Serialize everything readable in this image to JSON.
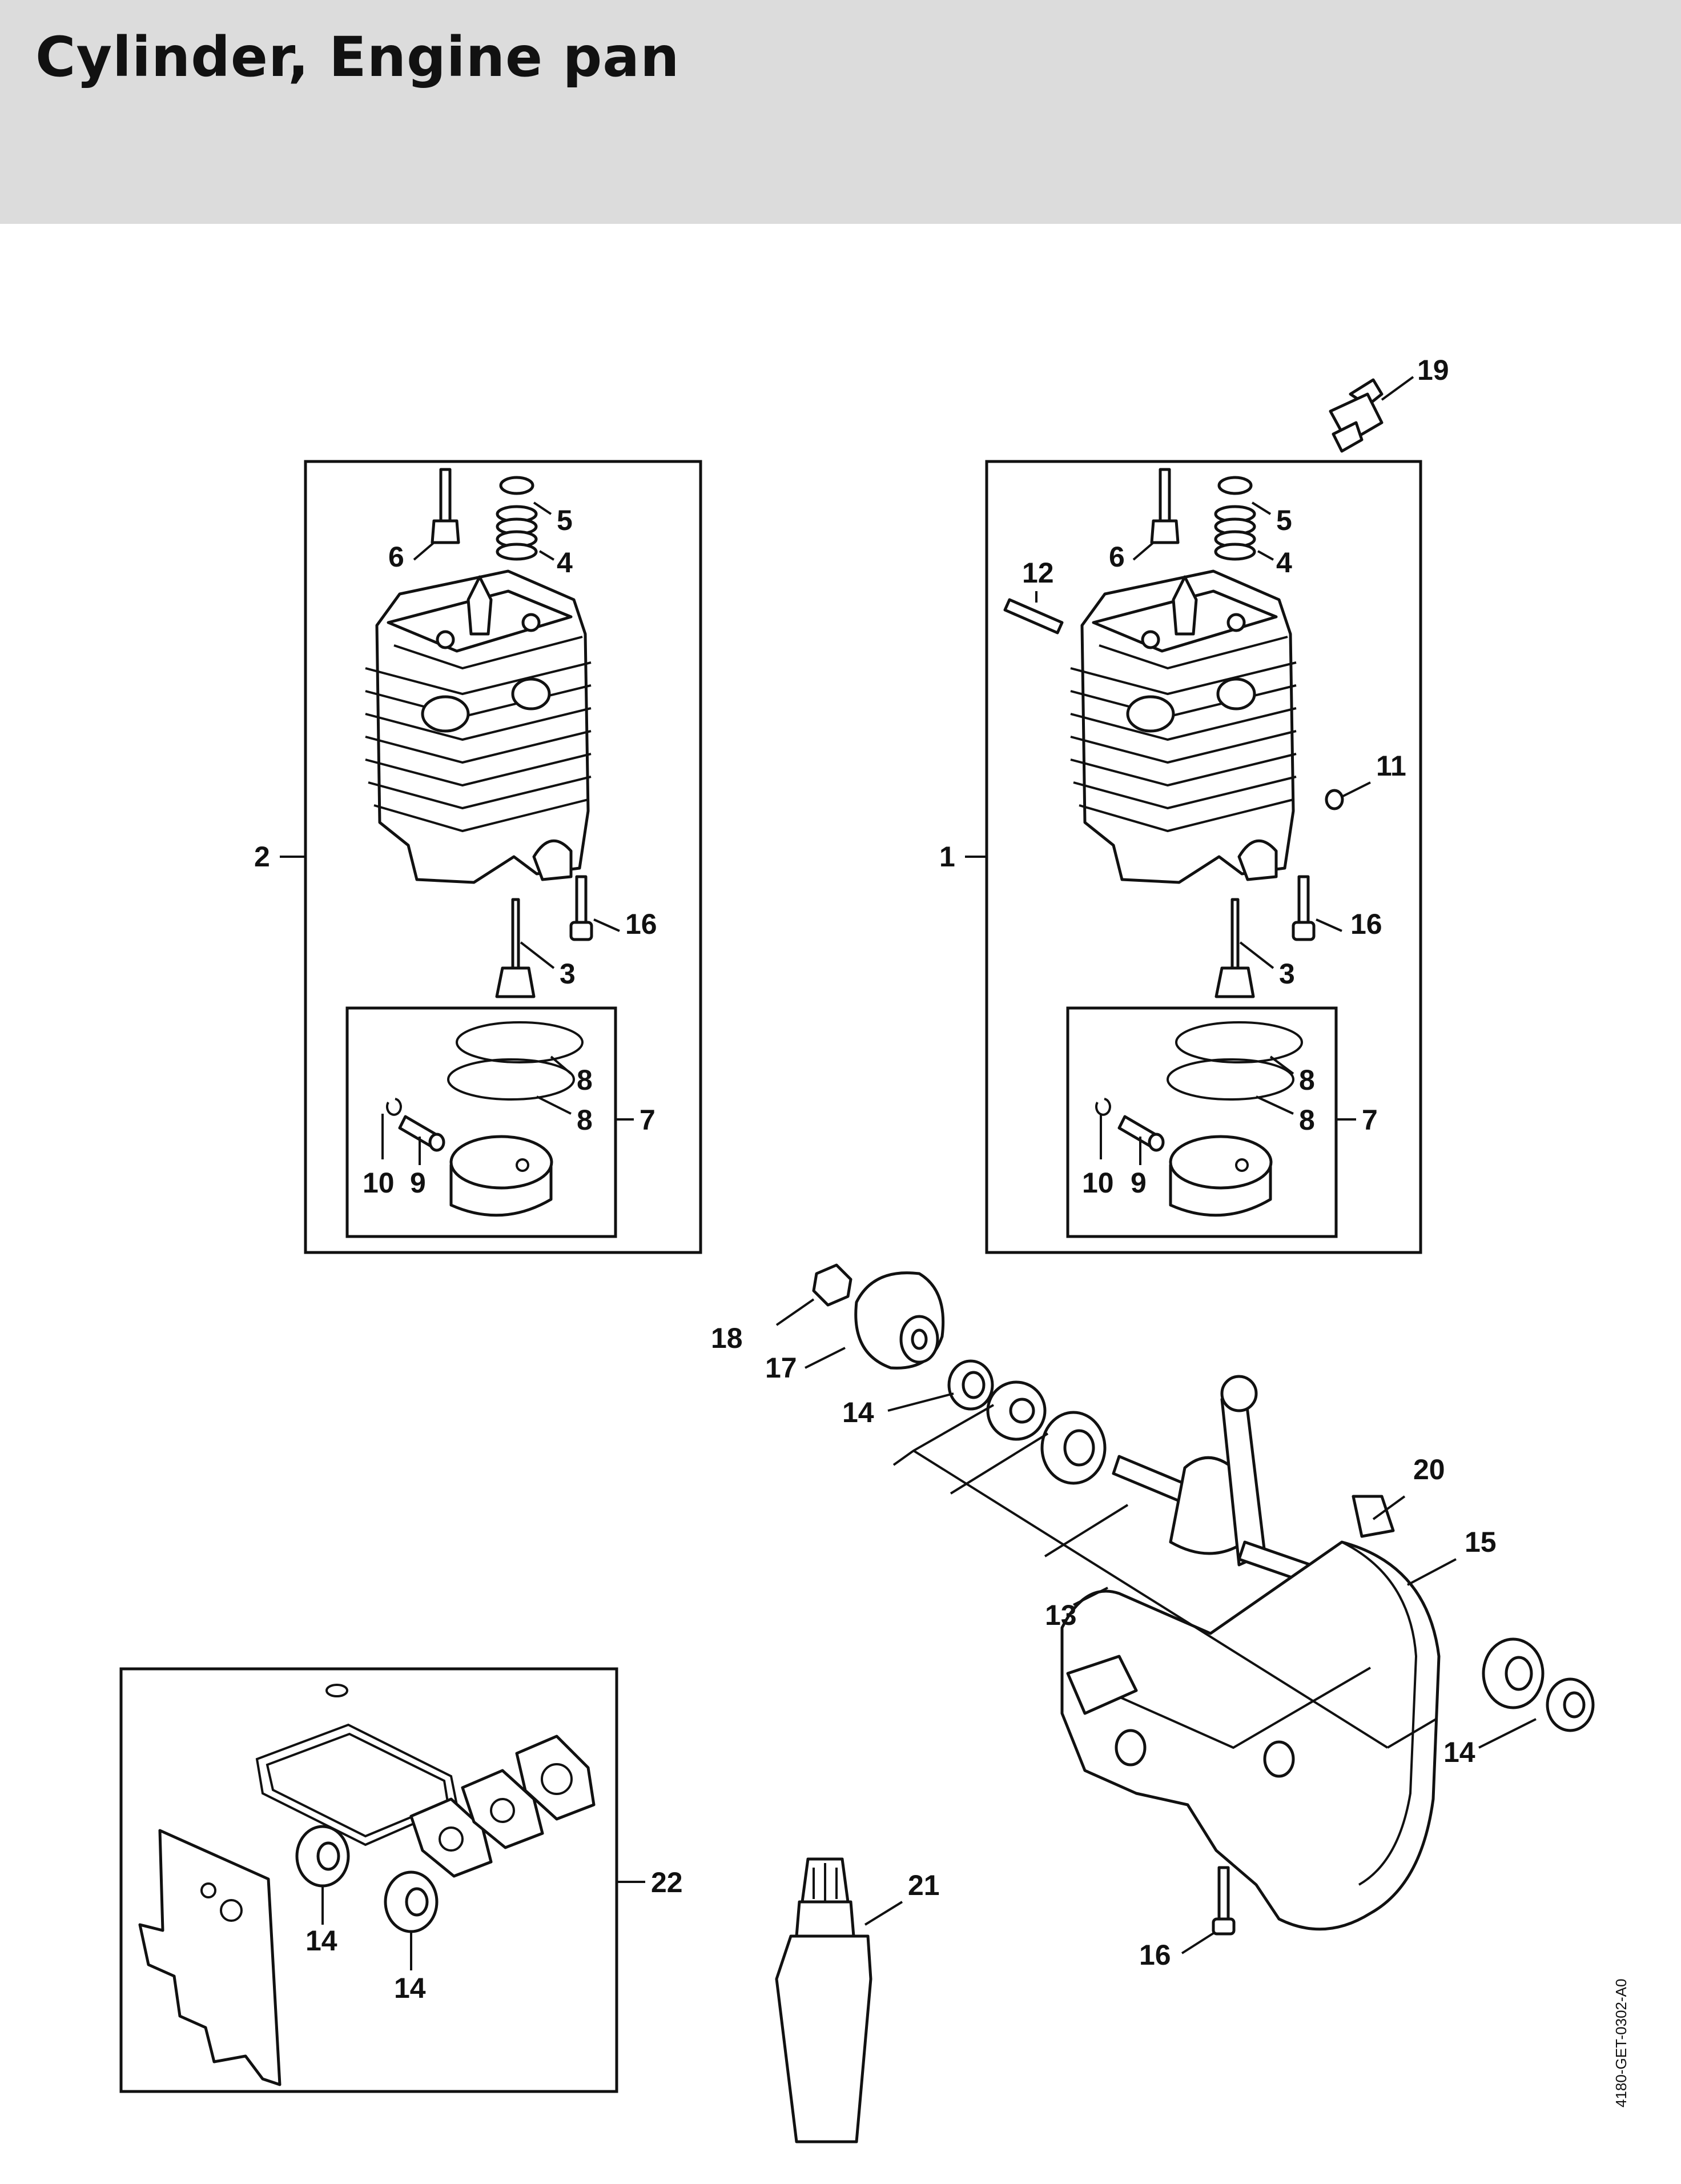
{
  "title": "Cylinder, Engine pan",
  "reference_code": "4180-GET-0302-A0",
  "callouts": {
    "l_box": "2",
    "l_valve": "3",
    "l_spring": "4",
    "l_cap": "5",
    "l_stud": "6",
    "l_piston": "7",
    "l_ring1": "8",
    "l_ring2": "8",
    "l_pin": "9",
    "l_clip": "10",
    "l_bolt": "16",
    "r_box": "1",
    "r_valve": "3",
    "r_spring": "4",
    "r_cap": "5",
    "r_stud": "6",
    "r_piston": "7",
    "r_ring1": "8",
    "r_ring2": "8",
    "r_pin": "9",
    "r_clip": "10",
    "r_washer": "11",
    "r_rod": "12",
    "r_bolt": "16",
    "spark_plug": "19",
    "nut": "18",
    "fan_hub": "17",
    "bearing_a": "14",
    "crank_assembly": "13",
    "stop": "20",
    "engine_pan": "15",
    "bearing_b": "14",
    "pan_screw": "16",
    "set_bearing_a": "14",
    "set_bearing_b": "14",
    "gasket_set": "22",
    "grease_tube": "21"
  }
}
